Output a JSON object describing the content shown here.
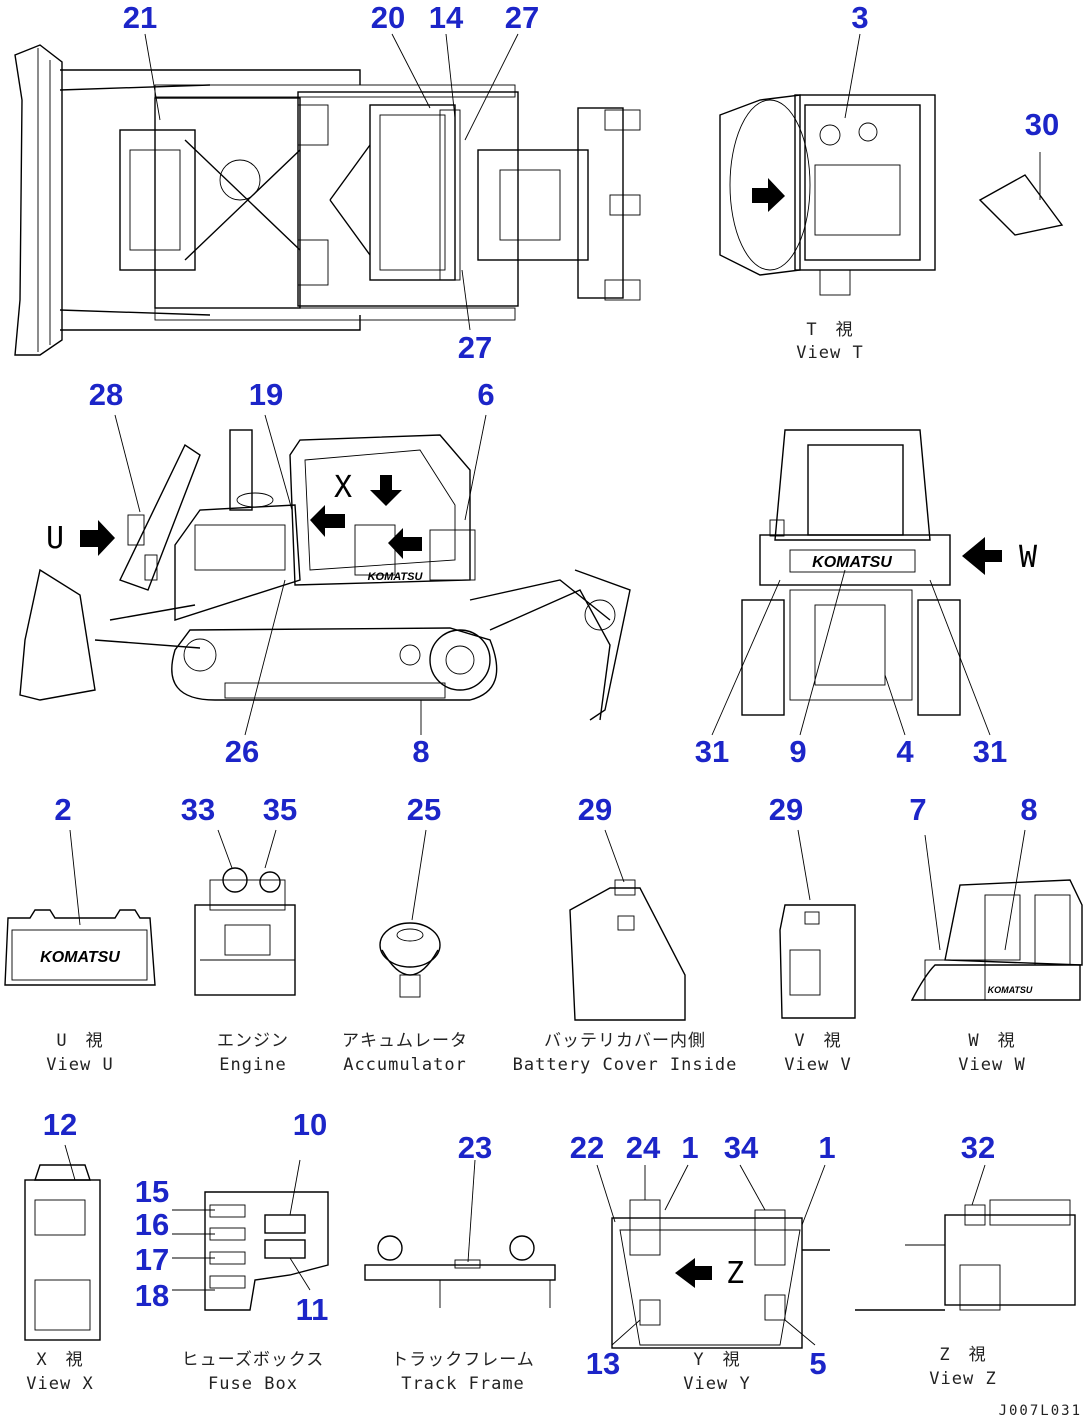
{
  "diagram": {
    "callouts": [
      {
        "id": "c21a",
        "label": "21"
      },
      {
        "id": "c20",
        "label": "20"
      },
      {
        "id": "c14",
        "label": "14"
      },
      {
        "id": "c27a",
        "label": "27"
      },
      {
        "id": "c27b",
        "label": "27"
      },
      {
        "id": "c3",
        "label": "3"
      },
      {
        "id": "c30",
        "label": "30"
      },
      {
        "id": "c28",
        "label": "28"
      },
      {
        "id": "c19",
        "label": "19"
      },
      {
        "id": "c6",
        "label": "6"
      },
      {
        "id": "c26",
        "label": "26"
      },
      {
        "id": "c8a",
        "label": "8"
      },
      {
        "id": "c31a",
        "label": "31"
      },
      {
        "id": "c9",
        "label": "9"
      },
      {
        "id": "c4",
        "label": "4"
      },
      {
        "id": "c31b",
        "label": "31"
      },
      {
        "id": "c2",
        "label": "2"
      },
      {
        "id": "c33",
        "label": "33"
      },
      {
        "id": "c35",
        "label": "35"
      },
      {
        "id": "c25",
        "label": "25"
      },
      {
        "id": "c29a",
        "label": "29"
      },
      {
        "id": "c29b",
        "label": "29"
      },
      {
        "id": "c7",
        "label": "7"
      },
      {
        "id": "c8b",
        "label": "8"
      },
      {
        "id": "c12",
        "label": "12"
      },
      {
        "id": "c10",
        "label": "10"
      },
      {
        "id": "c15",
        "label": "15"
      },
      {
        "id": "c16",
        "label": "16"
      },
      {
        "id": "c17",
        "label": "17"
      },
      {
        "id": "c18",
        "label": "18"
      },
      {
        "id": "c11",
        "label": "11"
      },
      {
        "id": "c23",
        "label": "23"
      },
      {
        "id": "c22",
        "label": "22"
      },
      {
        "id": "c24",
        "label": "24"
      },
      {
        "id": "c1a",
        "label": "1"
      },
      {
        "id": "c34",
        "label": "34"
      },
      {
        "id": "c1b",
        "label": "1"
      },
      {
        "id": "c13",
        "label": "13"
      },
      {
        "id": "c5",
        "label": "5"
      },
      {
        "id": "c32",
        "label": "32"
      }
    ],
    "captions": [
      {
        "id": "viewT",
        "jp": "T　視",
        "en": "View T"
      },
      {
        "id": "viewU",
        "jp": "U　視",
        "en": "View U"
      },
      {
        "id": "engine",
        "jp": "エンジン",
        "en": "Engine"
      },
      {
        "id": "accum",
        "jp": "アキュムレータ",
        "en": "Accumulator"
      },
      {
        "id": "battery",
        "jp": "バッテリカバー内側",
        "en": "Battery Cover Inside"
      },
      {
        "id": "viewV",
        "jp": "V　視",
        "en": "View V"
      },
      {
        "id": "viewW",
        "jp": "W　視",
        "en": "View W"
      },
      {
        "id": "viewX",
        "jp": "X　視",
        "en": "View X"
      },
      {
        "id": "fuse",
        "jp": "ヒューズボックス",
        "en": "Fuse Box"
      },
      {
        "id": "track",
        "jp": "トラックフレーム",
        "en": "Track Frame"
      },
      {
        "id": "viewY",
        "jp": "Y　視",
        "en": "View Y"
      },
      {
        "id": "viewZ",
        "jp": "Z　視",
        "en": "View Z"
      }
    ],
    "view_letters": {
      "u": "U",
      "w": "W",
      "x": "X",
      "y": "Y",
      "z": "Z"
    },
    "logo_text": "KOMATSU",
    "drawing_code": "J007L031"
  }
}
